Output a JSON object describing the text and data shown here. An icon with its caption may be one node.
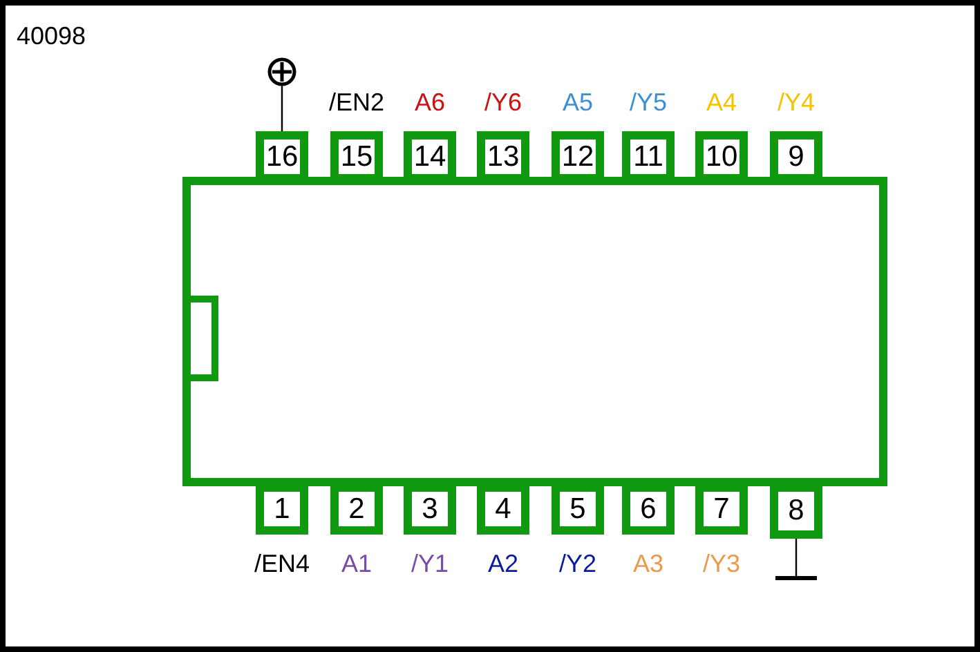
{
  "diagram": {
    "title": "40098",
    "nodes": [
      {
        "text": [],
        "shape": "circle"
      },
      {
        "text": [
          "16"
        ]
      },
      {
        "text": [
          "15"
        ],
        "beside": [
          "/EN2"
        ]
      },
      {
        "text": [
          "14"
        ],
        "beside": [
          "A6"
        ]
      },
      {
        "text": [
          "13"
        ],
        "beside": [
          "/Y6"
        ]
      },
      {
        "text": [
          "12"
        ],
        "beside": [
          "A5"
        ]
      },
      {
        "text": [
          "11"
        ],
        "beside": [
          "/Y5"
        ]
      },
      {
        "text": [
          "10"
        ],
        "beside": [
          "A4"
        ]
      },
      {
        "text": [
          "9"
        ],
        "beside": [
          "/Y4"
        ]
      },
      {
        "text": [],
        "shape": "box"
      },
      {
        "text": [
          "1"
        ],
        "beside": [
          "/EN4"
        ]
      },
      {
        "text": [
          "2"
        ],
        "beside": [
          "A1"
        ]
      },
      {
        "text": [
          "3"
        ],
        "beside": [
          "/Y1"
        ]
      },
      {
        "text": [
          "4"
        ],
        "beside": [
          "A2"
        ]
      },
      {
        "text": [
          "5"
        ],
        "beside": [
          "/Y2"
        ]
      },
      {
        "text": [
          "6"
        ],
        "beside": [
          "A3"
        ]
      },
      {
        "text": [
          "7"
        ],
        "beside": [
          "/Y3"
        ]
      },
      {
        "text": [
          "8"
        ]
      },
      {
        "text": [],
        "shape": "bar"
      }
    ],
    "edges": [
      {
        "from": 0,
        "to": 1,
        "arrow": "none"
      },
      {
        "from": 17,
        "to": 18,
        "arrow": "none"
      }
    ]
  }
}
